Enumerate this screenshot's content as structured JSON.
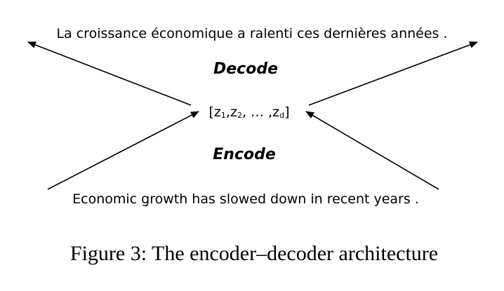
{
  "diagram": {
    "target_sentence": "La croissance économique a ralenti ces dernières années .",
    "decode_label": "Decode",
    "latent": {
      "open": "[",
      "sep": ",",
      "ellipsis": ", … ,",
      "close": "]",
      "base": "z",
      "first_sub": "1",
      "second_sub": "2",
      "last_sub": "d"
    },
    "encode_label": "Encode",
    "source_sentence": "Economic growth has slowed down in recent years ."
  },
  "caption": "Figure 3: The encoder–decoder architecture",
  "colors": {
    "ink": "#000000",
    "background": "#ffffff"
  }
}
